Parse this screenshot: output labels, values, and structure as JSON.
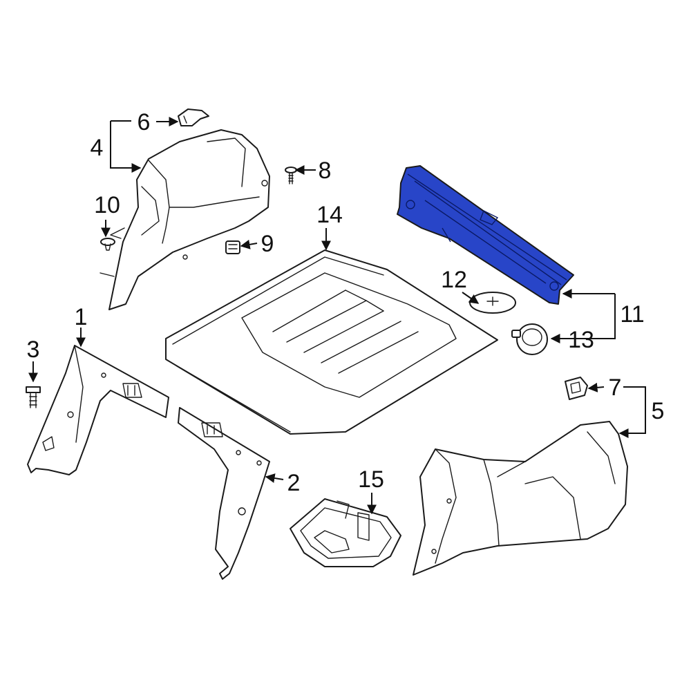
{
  "diagram": {
    "highlight_color": "#2845c8",
    "callouts": [
      {
        "id": "c1",
        "text": "1"
      },
      {
        "id": "c2",
        "text": "2"
      },
      {
        "id": "c3",
        "text": "3"
      },
      {
        "id": "c4",
        "text": "4"
      },
      {
        "id": "c5",
        "text": "5"
      },
      {
        "id": "c6",
        "text": "6"
      },
      {
        "id": "c7",
        "text": "7"
      },
      {
        "id": "c8",
        "text": "8"
      },
      {
        "id": "c9",
        "text": "9"
      },
      {
        "id": "c10",
        "text": "10"
      },
      {
        "id": "c11",
        "text": "11"
      },
      {
        "id": "c12",
        "text": "12"
      },
      {
        "id": "c13",
        "text": "13"
      },
      {
        "id": "c14",
        "text": "14"
      },
      {
        "id": "c15",
        "text": "15"
      }
    ]
  }
}
